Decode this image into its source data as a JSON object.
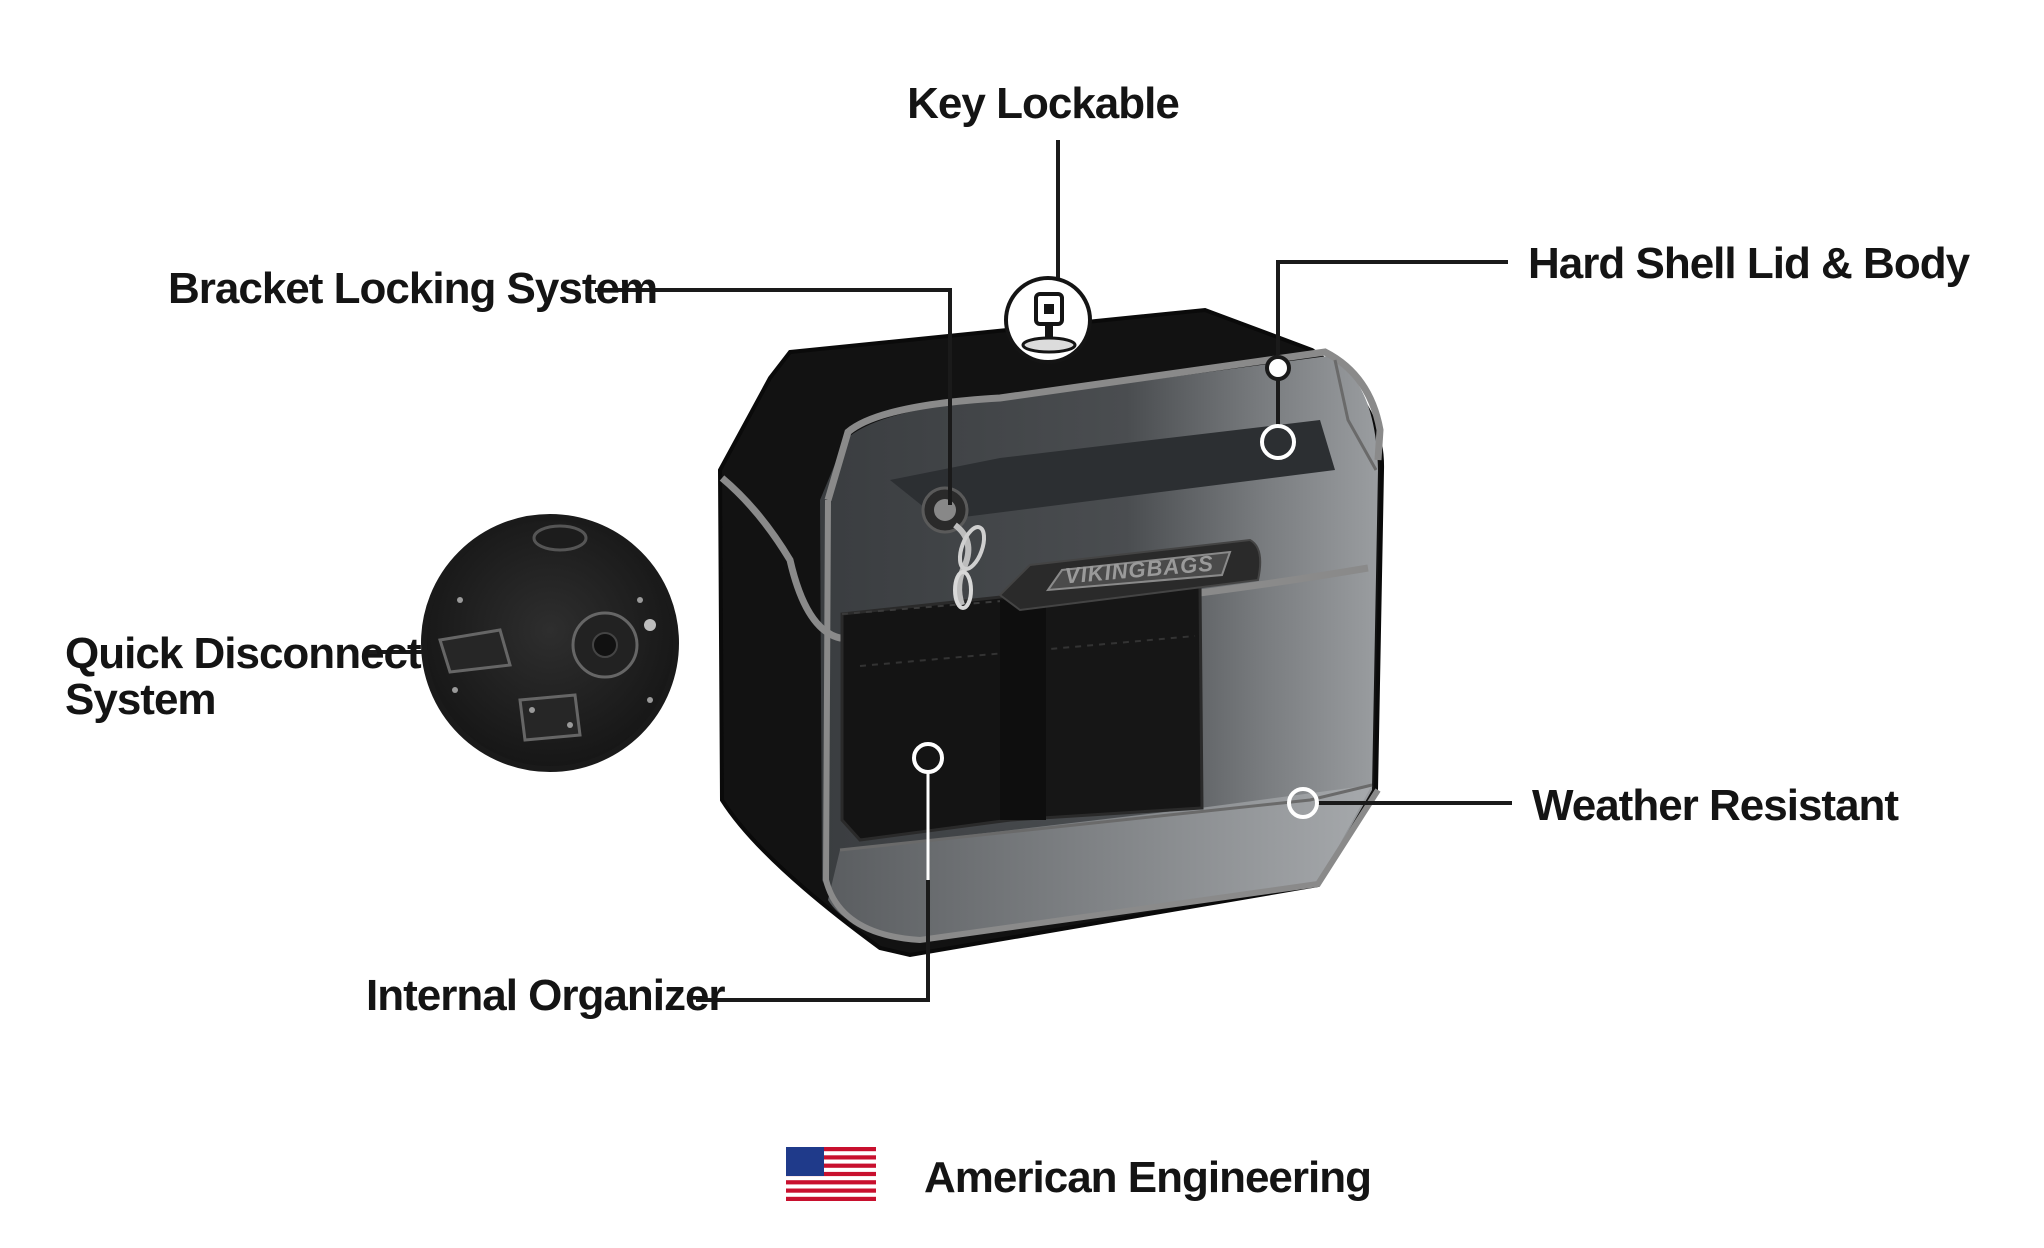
{
  "labels": {
    "key_lockable": "Key Lockable",
    "bracket_locking": "Bracket Locking System",
    "hard_shell": "Hard Shell Lid & Body",
    "quick_disconnect_line1": "Quick Disconnect",
    "quick_disconnect_line2": "System",
    "weather_resistant": "Weather Resistant",
    "internal_organizer": "Internal Organizer",
    "american_engineering": "American Engineering"
  },
  "brand": {
    "logo_text": "VIKINGBAGS"
  },
  "colors": {
    "label_text": "#141414",
    "callout_line": "#1a1a1a",
    "case_body": "#121212",
    "case_trim": "#8a8a8a",
    "flag_red": "#c8102e",
    "flag_blue": "#1f3a8a"
  },
  "icons": {
    "lock": "keyhole-lock-icon",
    "flag": "us-flag-icon"
  }
}
